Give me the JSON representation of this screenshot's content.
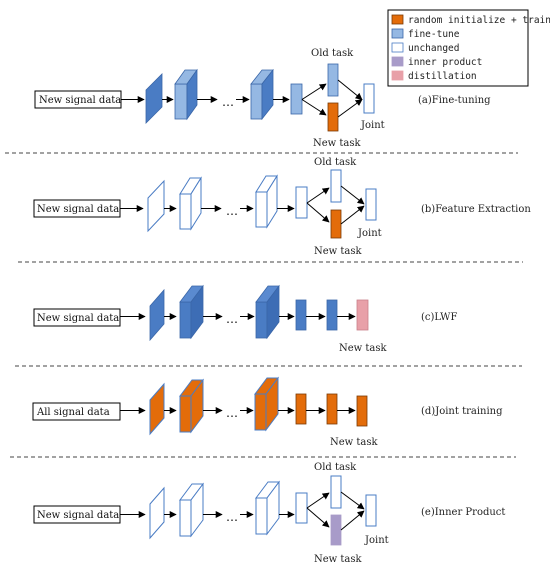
{
  "colors": {
    "random_init": "#e36c0a",
    "fine_tune_dark": "#4a7cc4",
    "fine_tune_light": "#95b8e3",
    "unchanged_border": "#4a7cc4",
    "inner_product": "#a89bc9",
    "distillation": "#e8a0a8",
    "arrow": "#000000",
    "divider": "#444444"
  },
  "legend": {
    "items": [
      {
        "label": "random initialize + train",
        "swatch": "random-init"
      },
      {
        "label": "fine-tune",
        "swatch": "fine-tune"
      },
      {
        "label": "unchanged",
        "swatch": "unchanged"
      },
      {
        "label": "inner product",
        "swatch": "inner-product"
      },
      {
        "label": "distillation",
        "swatch": "distillation"
      }
    ]
  },
  "panels": [
    {
      "id": "a",
      "input": "New signal data",
      "caption": "(a)Fine-tuning",
      "old_task": "Old task",
      "new_task": "New task",
      "joint": "Joint",
      "ellipsis": "…"
    },
    {
      "id": "b",
      "input": "New signal data",
      "caption": "(b)Feature Extraction",
      "old_task": "Old task",
      "new_task": "New task",
      "joint": "Joint",
      "ellipsis": "…"
    },
    {
      "id": "c",
      "input": "New signal data",
      "caption": "(c)LWF",
      "new_task": "New task",
      "ellipsis": "…"
    },
    {
      "id": "d",
      "input": "All signal data",
      "caption": "(d)Joint training",
      "new_task": "New task",
      "ellipsis": "…"
    },
    {
      "id": "e",
      "input": "New signal data",
      "caption": "(e)Inner Product",
      "old_task": "Old task",
      "new_task": "New task",
      "joint": "Joint",
      "ellipsis": "…"
    }
  ]
}
